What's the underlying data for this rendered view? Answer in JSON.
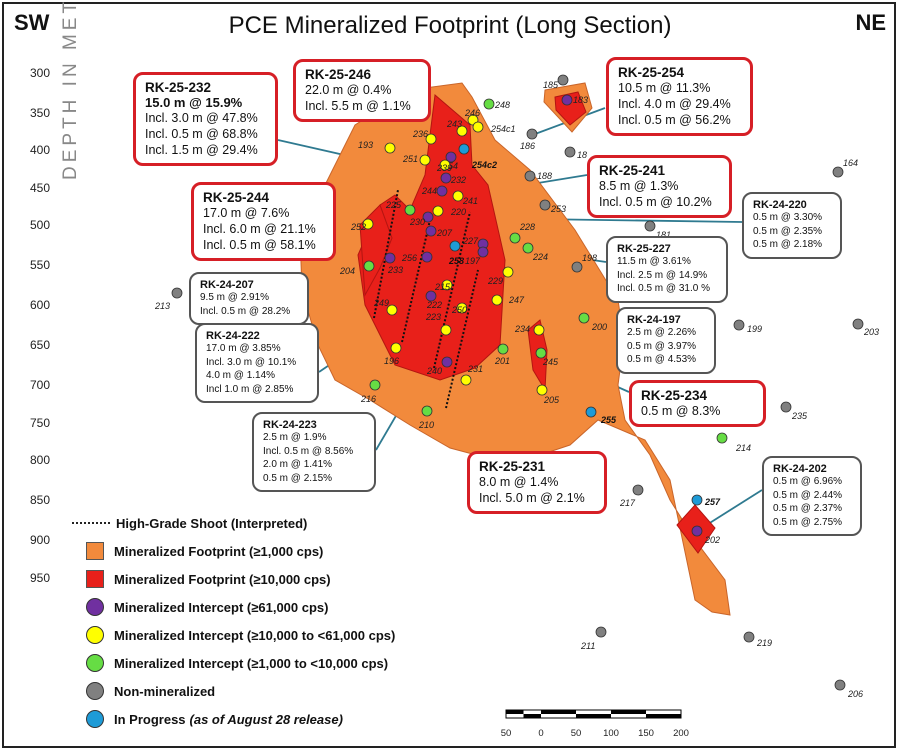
{
  "title": "PCE Mineralized Footprint (Long Section)",
  "orientation": {
    "left": "SW",
    "right": "NE"
  },
  "depth_axis": {
    "label": "DEPTH IN METERS",
    "ticks": [
      "300",
      "350",
      "400",
      "450",
      "500",
      "550",
      "600",
      "650",
      "700",
      "750",
      "800",
      "850",
      "900",
      "950"
    ]
  },
  "colors": {
    "footprint_low": "#f28a3c",
    "footprint_high": "#e8201a",
    "intercept_high": "#7030a0",
    "intercept_mid": "#ffff00",
    "intercept_low": "#66dd44",
    "non_mineralized": "#808080",
    "in_progress": "#1e9bd7",
    "callout_red": "#d61f26",
    "leader_line": "#2f7a90"
  },
  "callouts": [
    {
      "hole": "RK-25-232",
      "style": "red-bold-first",
      "lines": [
        "15.0 m @ 15.9%",
        "Incl. 3.0 m @ 47.8%",
        "Incl. 0.5 m @ 68.8%",
        "Incl. 1.5 m @ 29.4%"
      ]
    },
    {
      "hole": "RK-25-246",
      "style": "red",
      "lines": [
        "22.0 m @ 0.4%",
        "Incl. 5.5 m @ 1.1%"
      ]
    },
    {
      "hole": "RK-25-254",
      "style": "red",
      "lines": [
        "10.5 m @ 11.3%",
        "Incl. 4.0 m @ 29.4%",
        "Incl. 0.5 m @ 56.2%"
      ]
    },
    {
      "hole": "RK-25-241",
      "style": "red",
      "lines": [
        "8.5 m @ 1.3%",
        "Incl. 0.5 m @ 10.2%"
      ]
    },
    {
      "hole": "RK-25-244",
      "style": "red",
      "lines": [
        "17.0 m @ 7.6%",
        "Incl. 6.0 m @ 21.1%",
        "Incl. 0.5 m @ 58.1%"
      ]
    },
    {
      "hole": "RK-24-220",
      "style": "gray",
      "lines": [
        "0.5 m @ 3.30%",
        "0.5 m @ 2.35%",
        "0.5 m @ 2.18%"
      ]
    },
    {
      "hole": "RK-25-227",
      "style": "gray",
      "lines": [
        "11.5 m @ 3.61%",
        "Incl. 2.5 m @ 14.9%",
        "Incl. 0.5 m @ 31.0 %"
      ]
    },
    {
      "hole": "RK-24-207",
      "style": "gray",
      "lines": [
        "9.5 m @ 2.91%",
        "Incl. 0.5 m @ 28.2%"
      ]
    },
    {
      "hole": "RK-24-197",
      "style": "gray",
      "lines": [
        "2.5 m @ 2.26%",
        "0.5 m @ 3.97%",
        "0.5 m @ 4.53%"
      ]
    },
    {
      "hole": "RK-24-222",
      "style": "gray",
      "lines": [
        "17.0 m @ 3.85%",
        "Incl. 3.0 m @ 10.1%",
        "4.0 m @ 1.14%",
        "Incl 1.0 m @ 2.85%"
      ]
    },
    {
      "hole": "RK-25-234",
      "style": "red",
      "lines": [
        "0.5 m @ 8.3%"
      ]
    },
    {
      "hole": "RK-24-223",
      "style": "gray",
      "lines": [
        "2.5 m @ 1.9%",
        "Incl. 0.5 m @ 8.56%",
        "2.0 m @ 1.41%",
        "0.5 m @ 2.15%"
      ]
    },
    {
      "hole": "RK-25-231",
      "style": "red",
      "lines": [
        "8.0 m @ 1.4%",
        "Incl. 5.0 m @ 2.1%"
      ]
    },
    {
      "hole": "RK-24-202",
      "style": "gray",
      "lines": [
        "0.5 m @ 6.96%",
        "0.5 m @ 2.44%",
        "0.5 m @ 2.37%",
        "0.5 m @ 2.75%"
      ]
    }
  ],
  "drillholes": [
    {
      "id": "185",
      "class": "non"
    },
    {
      "id": "183",
      "class": "high"
    },
    {
      "id": "248",
      "class": "low"
    },
    {
      "id": "246",
      "class": "mid"
    },
    {
      "id": "254c1",
      "class": "mid"
    },
    {
      "id": "243",
      "class": "mid"
    },
    {
      "id": "236",
      "class": "mid"
    },
    {
      "id": "254",
      "class": "high"
    },
    {
      "id": "254c2",
      "class": "progress"
    },
    {
      "id": "186",
      "class": "non"
    },
    {
      "id": "193",
      "class": "mid"
    },
    {
      "id": "251",
      "class": "mid"
    },
    {
      "id": "239",
      "class": "mid"
    },
    {
      "id": "232",
      "class": "high"
    },
    {
      "id": "188",
      "class": "non"
    },
    {
      "id": "18",
      "class": "non"
    },
    {
      "id": "164",
      "class": "non"
    },
    {
      "id": "244",
      "class": "high"
    },
    {
      "id": "241",
      "class": "mid"
    },
    {
      "id": "225",
      "class": "low"
    },
    {
      "id": "253",
      "class": "non"
    },
    {
      "id": "220",
      "class": "mid"
    },
    {
      "id": "230",
      "class": "high"
    },
    {
      "id": "252",
      "class": "mid"
    },
    {
      "id": "207",
      "class": "high"
    },
    {
      "id": "181",
      "class": "non"
    },
    {
      "id": "228",
      "class": "low"
    },
    {
      "id": "227",
      "class": "high"
    },
    {
      "id": "258",
      "class": "progress"
    },
    {
      "id": "224",
      "class": "low"
    },
    {
      "id": "198",
      "class": "non"
    },
    {
      "id": "256",
      "class": "high"
    },
    {
      "id": "197",
      "class": "high"
    },
    {
      "id": "204",
      "class": "low"
    },
    {
      "id": "233",
      "class": "high"
    },
    {
      "id": "229",
      "class": "mid"
    },
    {
      "id": "213",
      "class": "non"
    },
    {
      "id": "215",
      "class": "mid"
    },
    {
      "id": "247",
      "class": "mid"
    },
    {
      "id": "249",
      "class": "mid"
    },
    {
      "id": "222",
      "class": "high"
    },
    {
      "id": "250",
      "class": "mid"
    },
    {
      "id": "200",
      "class": "low"
    },
    {
      "id": "223",
      "class": "mid"
    },
    {
      "id": "234",
      "class": "mid"
    },
    {
      "id": "199",
      "class": "non"
    },
    {
      "id": "203",
      "class": "non"
    },
    {
      "id": "196",
      "class": "mid"
    },
    {
      "id": "201",
      "class": "low"
    },
    {
      "id": "245",
      "class": "low"
    },
    {
      "id": "240",
      "class": "high"
    },
    {
      "id": "231",
      "class": "mid"
    },
    {
      "id": "216",
      "class": "low"
    },
    {
      "id": "205",
      "class": "mid"
    },
    {
      "id": "210",
      "class": "low"
    },
    {
      "id": "255",
      "class": "progress"
    },
    {
      "id": "235",
      "class": "non"
    },
    {
      "id": "214",
      "class": "low"
    },
    {
      "id": "217",
      "class": "non"
    },
    {
      "id": "257",
      "class": "progress"
    },
    {
      "id": "202",
      "class": "high"
    },
    {
      "id": "211",
      "class": "non"
    },
    {
      "id": "219",
      "class": "non"
    },
    {
      "id": "206",
      "class": "non"
    }
  ],
  "legend": [
    {
      "symbol": "dotted-line",
      "label": "High-Grade Shoot (Interpreted)"
    },
    {
      "symbol": "footprint_low",
      "label": "Mineralized Footprint (≥1,000 cps)"
    },
    {
      "symbol": "footprint_high",
      "label": "Mineralized Footprint (≥10,000 cps)"
    },
    {
      "symbol": "intercept_high",
      "label": "Mineralized Intercept  (≥61,000 cps)"
    },
    {
      "symbol": "intercept_mid",
      "label": "Mineralized Intercept  (≥10,000  to  <61,000 cps)"
    },
    {
      "symbol": "intercept_low",
      "label": "Mineralized Intercept  (≥1,000  to  <10,000 cps)"
    },
    {
      "symbol": "non_mineralized",
      "label": "Non-mineralized"
    },
    {
      "symbol": "in_progress",
      "label": "In Progress",
      "note": "(as of August 28 release)"
    }
  ],
  "scale_bar": {
    "labels": [
      "50",
      "0",
      "50",
      "100",
      "150",
      "200"
    ]
  }
}
